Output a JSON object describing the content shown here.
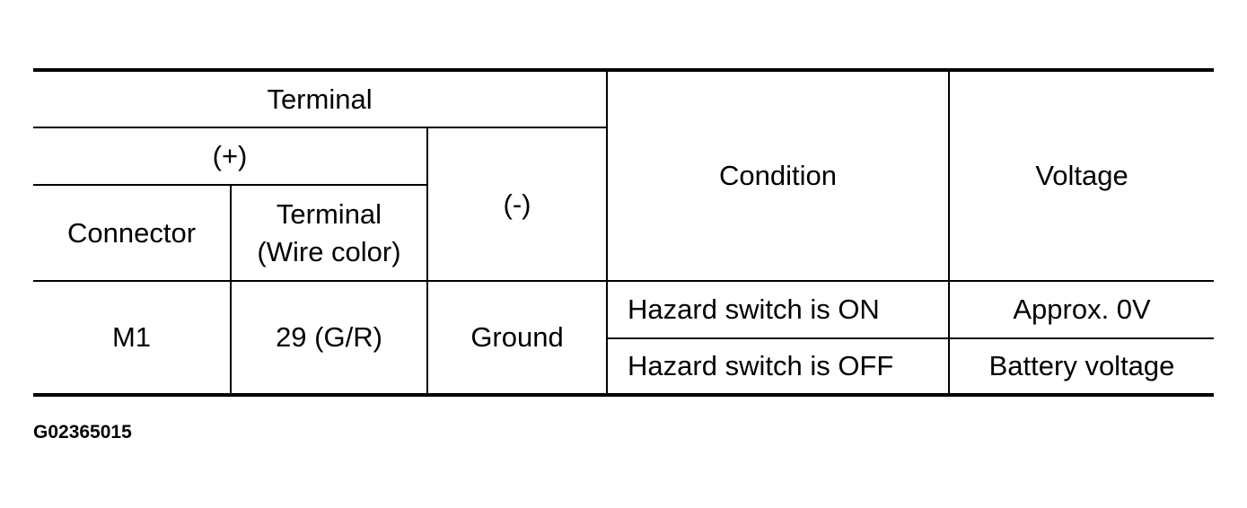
{
  "table": {
    "headers": {
      "terminal": "Terminal",
      "plus": "(+)",
      "minus": "(-)",
      "condition": "Condition",
      "voltage": "Voltage",
      "connector": "Connector",
      "terminal_wire_line1": "Terminal",
      "terminal_wire_line2": "(Wire color)"
    },
    "row": {
      "connector": "M1",
      "terminal": "29 (G/R)",
      "minus": "Ground",
      "conditions": [
        {
          "condition": "Hazard switch is ON",
          "voltage": "Approx. 0V"
        },
        {
          "condition": "Hazard switch is OFF",
          "voltage": "Battery voltage"
        }
      ]
    }
  },
  "figure_code": "G02365015"
}
